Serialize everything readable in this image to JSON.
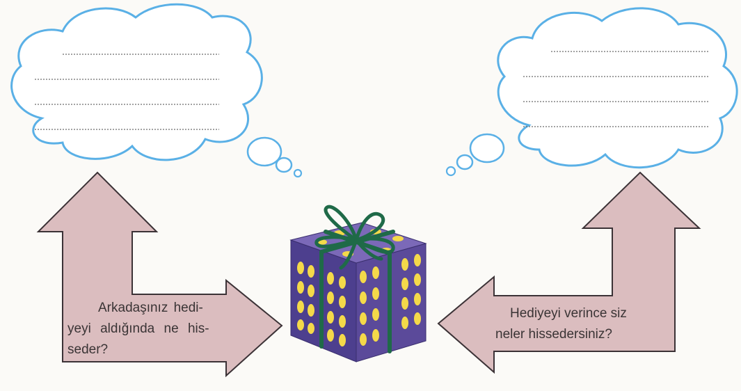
{
  "left_arrow": {
    "line1": "Arkadaşınız hedi-",
    "line2": "yeyi aldığında ne his-",
    "line3": "seder?"
  },
  "right_arrow": {
    "line1": "Hediyeyi verince siz",
    "line2": "neler hissedersiniz?"
  },
  "colors": {
    "arrow_fill": "#dbbdbf",
    "arrow_stroke": "#3b3236",
    "cloud_stroke": "#5ab0e6",
    "gift_purple": "#5b4a9a",
    "gift_dots": "#f4d94a",
    "ribbon": "#1f6a48"
  }
}
